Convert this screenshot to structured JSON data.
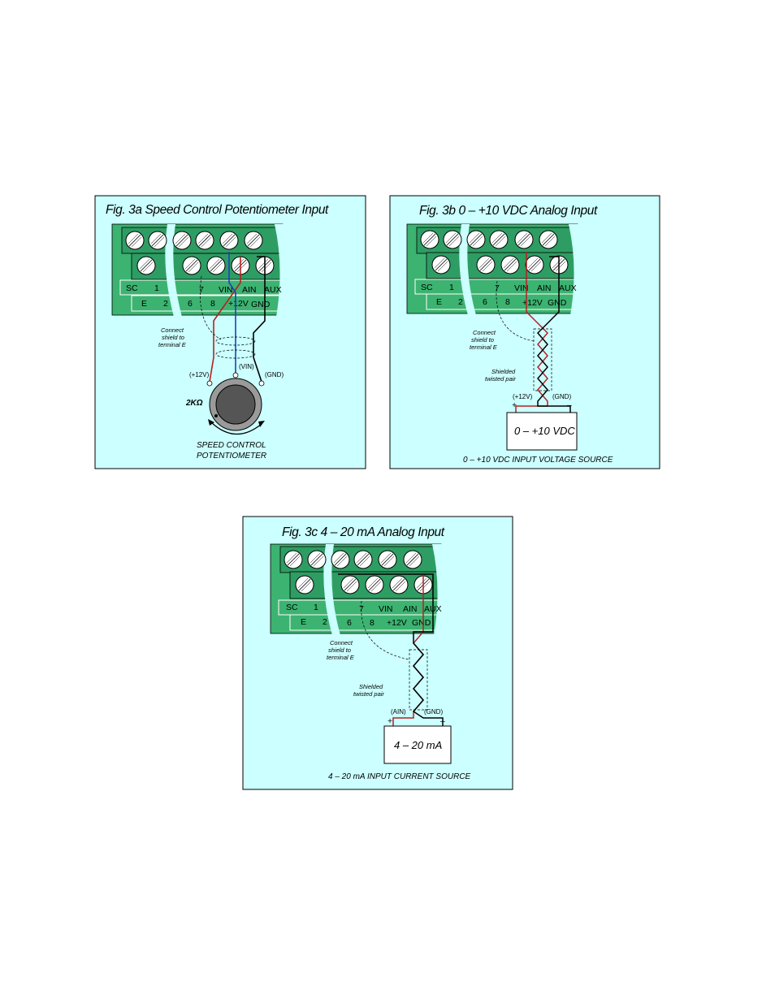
{
  "colors": {
    "panel_bg": "#ccffff",
    "board_green": "#3cb371",
    "board_dark": "#238b57",
    "terminal_fill": "#ffffff",
    "wire_red": "#b22222",
    "wire_blue": "#1f3fbf",
    "wire_black": "#000000",
    "knob_outer": "#9a9a9a",
    "knob_inner": "#555555",
    "icons": [
      "screw-terminal-icon",
      "potentiometer-icon",
      "rotation-arrow-icon",
      "twisted-pair-icon"
    ]
  },
  "fig3a": {
    "title": "Fig. 3a   Speed Control Potentiometer Input",
    "top_labels": [
      "SC",
      "1",
      "7",
      "VIN",
      "AIN",
      "AUX"
    ],
    "bottom_labels": [
      "E",
      "2",
      "6",
      "8",
      "+12V",
      "GND"
    ],
    "shield_note": [
      "Connect",
      "shield to",
      "terminal E"
    ],
    "pin_12v": "(+12V)",
    "pin_vin": "(VIN)",
    "pin_gnd": "(GND)",
    "resistance": "2KΩ",
    "caption": [
      "SPEED CONTROL",
      "POTENTIOMETER"
    ]
  },
  "fig3b": {
    "title": "Fig. 3b    0 – +10 VDC Analog Input",
    "top_labels": [
      "SC",
      "1",
      "7",
      "VIN",
      "AIN",
      "AUX"
    ],
    "bottom_labels": [
      "E",
      "2",
      "6",
      "8",
      "+12V",
      "GND"
    ],
    "shield_note": [
      "Connect",
      "shield to",
      "terminal E"
    ],
    "pair_note": [
      "Shielded",
      "twisted pair"
    ],
    "pin_pos": "(+12V)",
    "pin_neg": "(GND)",
    "plus": "+",
    "minus": "–",
    "source_box": "0 – +10 VDC",
    "caption": "0 – +10 VDC INPUT VOLTAGE SOURCE"
  },
  "fig3c": {
    "title": "Fig. 3c    4 – 20 mA Analog Input",
    "top_labels": [
      "SC",
      "1",
      "7",
      "VIN",
      "AIN",
      "AUX"
    ],
    "bottom_labels": [
      "E",
      "2",
      "6",
      "8",
      "+12V",
      "GND"
    ],
    "shield_note": [
      "Connect",
      "shield to",
      "terminal E"
    ],
    "pair_note": [
      "Shielded",
      "twisted pair"
    ],
    "pin_pos": "(AIN)",
    "pin_neg": "(GND)",
    "plus": "+",
    "minus": "–",
    "source_box": "4 – 20 mA",
    "caption": "4 – 20 mA  INPUT CURRENT SOURCE"
  }
}
